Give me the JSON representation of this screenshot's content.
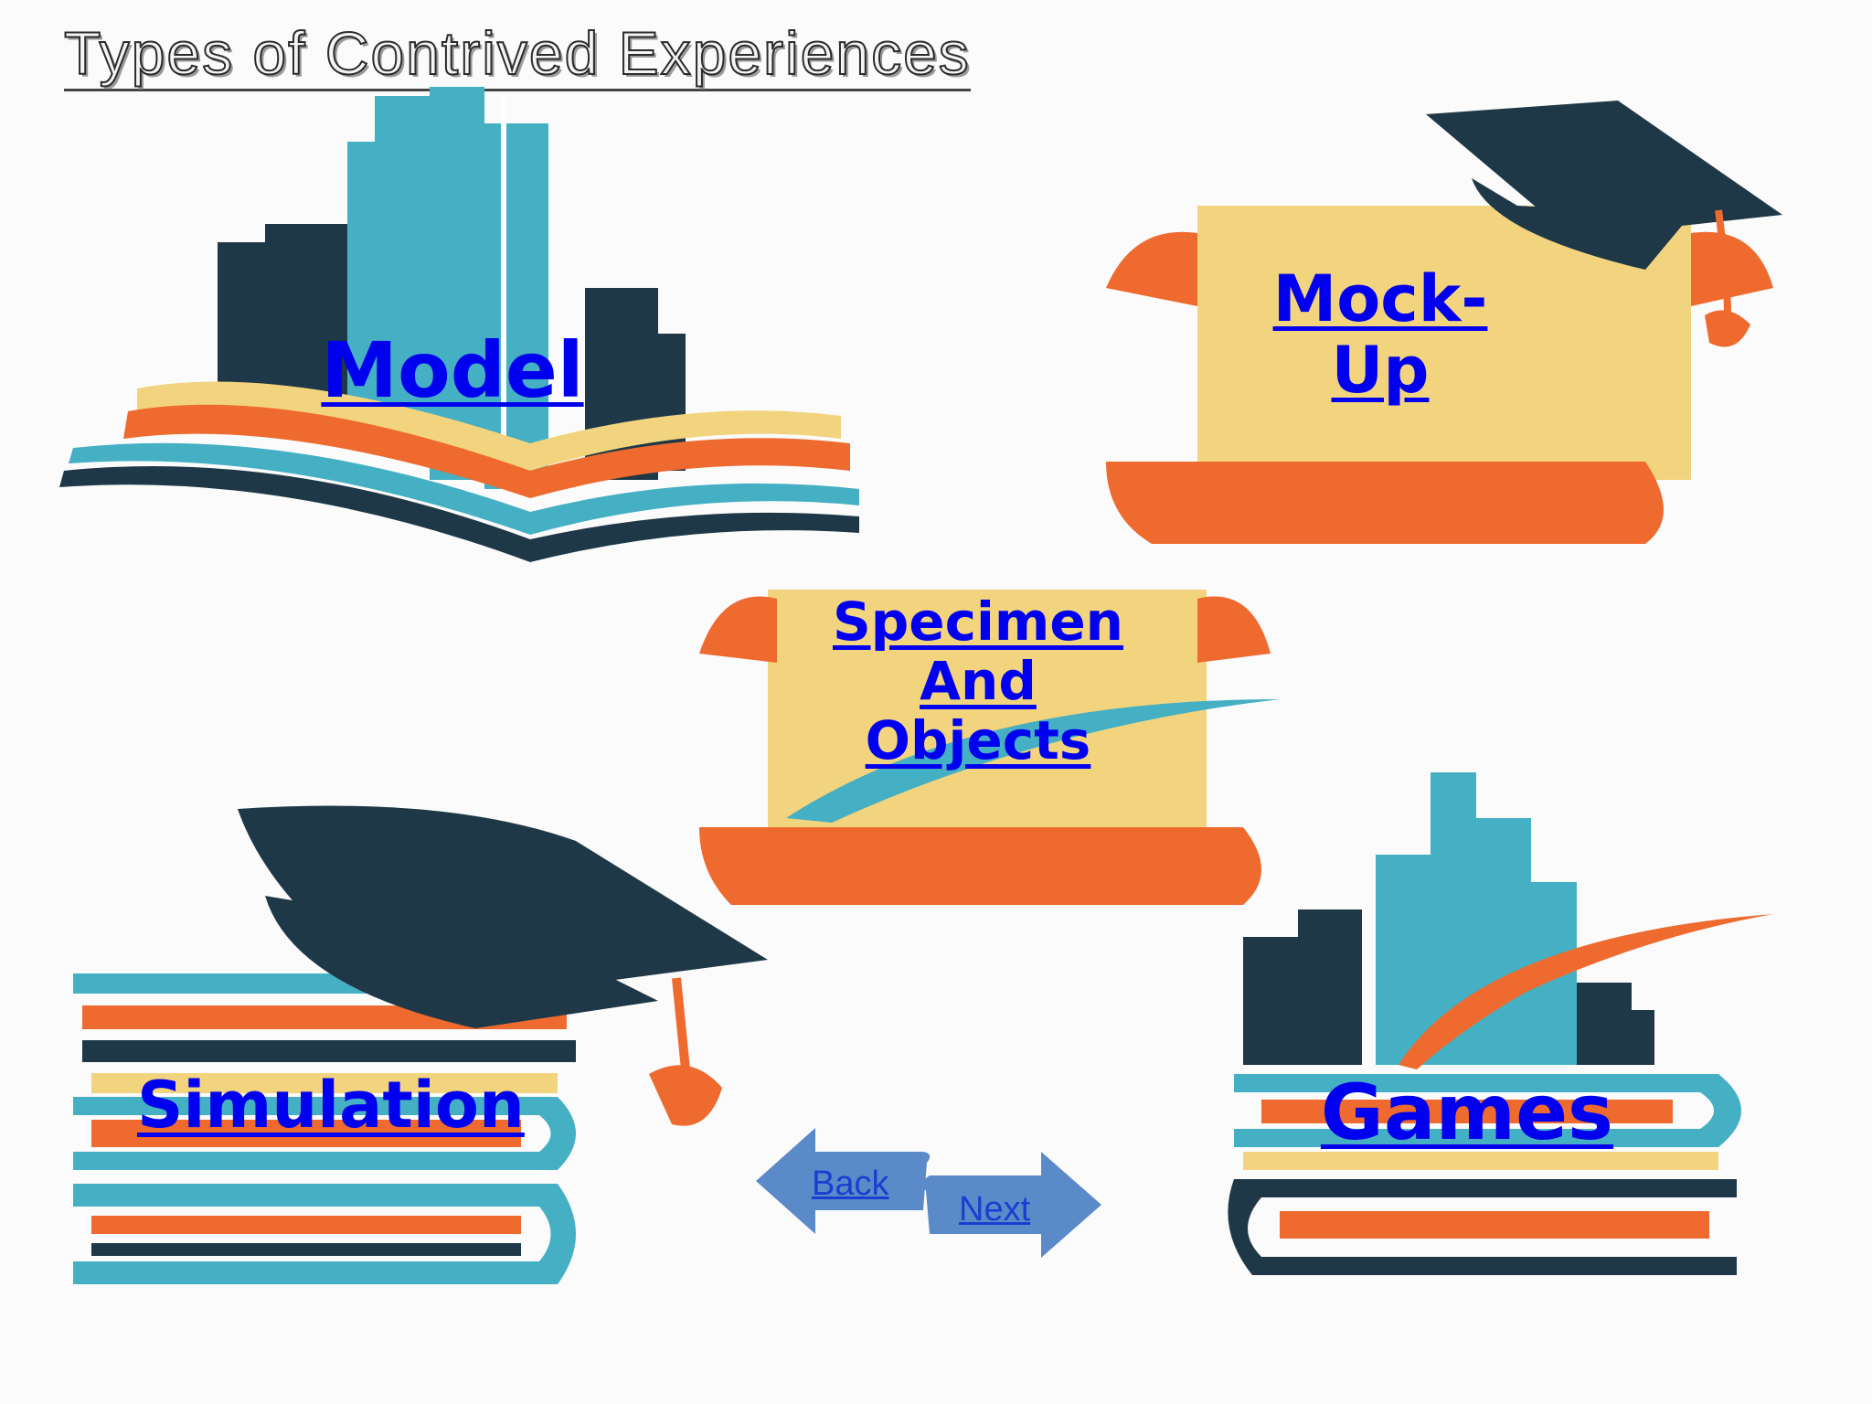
{
  "slide": {
    "title": "Types of Contrived Experiences",
    "topics": {
      "model": "Model",
      "mockup_line1": "Mock-",
      "mockup_line2": "Up",
      "specimen_line1": "Specimen",
      "specimen_line2": "And",
      "specimen_line3": "Objects",
      "simulation": "Simulation",
      "games": "Games"
    },
    "nav": {
      "back": "Back",
      "next": "Next"
    }
  },
  "colors": {
    "navy": "#1f3847",
    "teal": "#45b0c3",
    "orange": "#ee6a2e",
    "parchment": "#f3d47e",
    "link": "#0000ee",
    "nav_arrow": "#5b8ac9"
  },
  "icons": {
    "model": "city-on-open-book-icon",
    "mockup": "scroll-with-graduation-cap-icon",
    "specimen": "scroll-with-quill-icon",
    "simulation": "graduation-cap-on-books-icon",
    "games": "city-and-quill-on-books-icon"
  }
}
